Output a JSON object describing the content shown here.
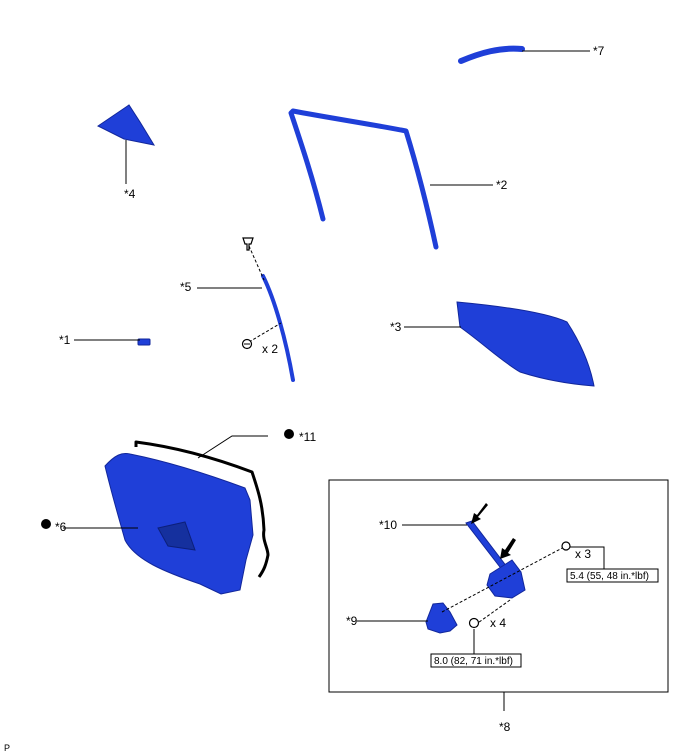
{
  "labels": {
    "c1": "*1",
    "c2": "*2",
    "c3": "*3",
    "c4": "*4",
    "c5": "*5",
    "c6": "*6",
    "c7": "*7",
    "c8": "*8",
    "c9": "*9",
    "c10": "*10",
    "c11": "*11"
  },
  "quantities": {
    "screw_count": "x 2",
    "bolt_count_upper": "x 3",
    "bolt_count_lower": "x 4"
  },
  "torques": {
    "upper": "5.4 (55, 48 in.*lbf)",
    "lower": "8.0 (82, 71 in.*lbf)"
  },
  "footer": {
    "code": "P"
  },
  "icons": {
    "bullet": "filled-circle-marker",
    "arrow": "black-pointer-arrow"
  },
  "colors": {
    "part_fill": "#1f3fd8",
    "part_stroke": "#12279b"
  }
}
